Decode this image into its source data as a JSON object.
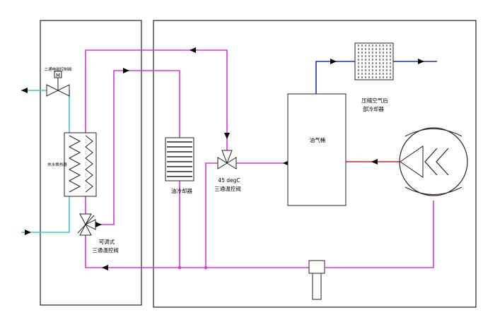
{
  "labels": {
    "solenoid_valve": "二通电磁控制阀",
    "water_hx": "热水换热器",
    "adjustable_valve_line1": "可调式",
    "adjustable_valve_line2": "三通温控阀",
    "oil_cooler": "油冷却器",
    "thermo_valve_line1": "45 degC",
    "thermo_valve_line2": "三通温控阀",
    "oil_tank": "油气桶",
    "aftercooler_line1": "压缩空气后",
    "aftercooler_line2": "部冷却器"
  },
  "colors": {
    "oil_line": "#dd33dd",
    "water_line": "#33cccc",
    "air_line": "#1f2fbf",
    "hot_line": "#dd2222",
    "outline": "#222222"
  }
}
